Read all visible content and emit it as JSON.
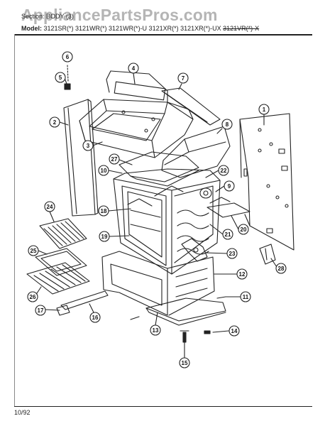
{
  "watermark": "AppliancePartsPros.com",
  "header": {
    "section": "Section: BODY (3)",
    "model_label": "Model:",
    "models": "3121SR(*)   3121WR(*)   3121WR(*)-U   3121XR(*)   3121XR(*)-UX",
    "model_struck": "3121VR(*)-X"
  },
  "footer": {
    "date": "10/92"
  },
  "callouts": [
    "1",
    "2",
    "3",
    "4",
    "5",
    "6",
    "7",
    "8",
    "9",
    "10",
    "11",
    "12",
    "13",
    "14",
    "15",
    "16",
    "17",
    "18",
    "19",
    "20",
    "21",
    "22",
    "23",
    "24",
    "25",
    "26",
    "27",
    "28"
  ]
}
